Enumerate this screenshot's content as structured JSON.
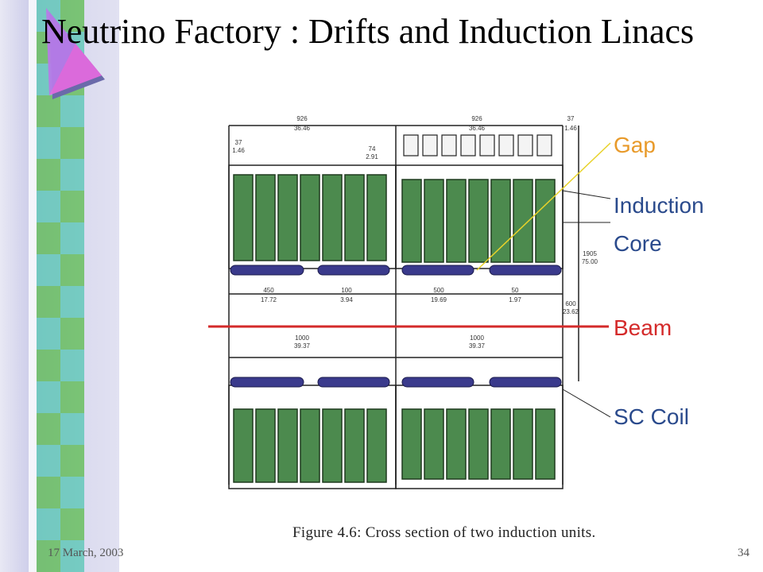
{
  "slide": {
    "title": "Neutrino Factory : Drifts and Induction Linacs",
    "date": "17 March, 2003",
    "page_number": "34"
  },
  "figure": {
    "caption": "Figure 4.6:  Cross section of two induction units.",
    "labels": {
      "gap": "Gap",
      "induction": "Induction",
      "core": "Core",
      "beam": "Beam",
      "sc_coil": "SC Coil"
    },
    "dimensions": {
      "d926_left": "926",
      "d3646_left": "36.46",
      "d926_right": "926",
      "d3646_right": "36.46",
      "d37_left": "37",
      "d146_left": "1.46",
      "d74": "74",
      "d291": "2.91",
      "d37_right": "37",
      "d146_right": "1.46",
      "d1905": "1905",
      "d7500": "75.00",
      "d600": "600",
      "d2362": "23.62",
      "d450": "450",
      "d1772": "17.72",
      "d100": "100",
      "d394": "3.94",
      "d500": "500",
      "d1969": "19.69",
      "d50": "50",
      "d197": "1.97",
      "d1000_left": "1000",
      "d3937_left": "39.37",
      "d1000_right": "1000",
      "d3937_right": "39.37"
    }
  },
  "colors": {
    "core_green": "#4c8a4e",
    "coil_blue": "#3a3a8c",
    "beam_red": "#d42a2a",
    "label_orange": "#e89a2a",
    "label_blue": "#2a4a8c",
    "gap_line": "#e8d22a"
  }
}
